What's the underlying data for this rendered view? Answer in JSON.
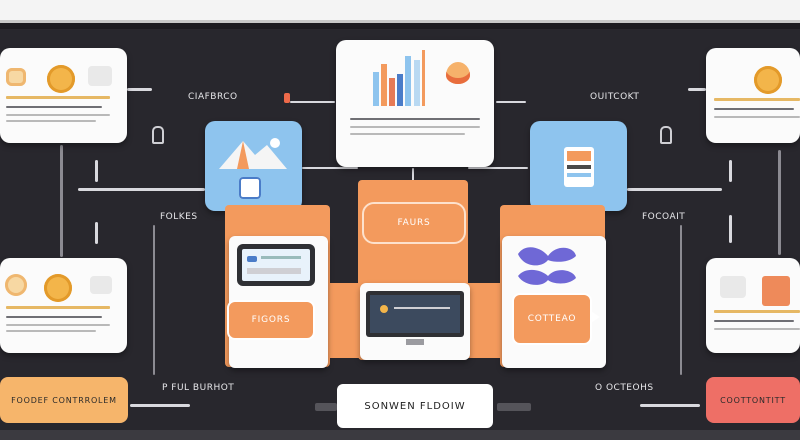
{
  "title": "SONWEN FLDOIW",
  "labels": {
    "top_left": "CIAFBRCO",
    "top_right": "OUITCOKT",
    "mid_left": "FOLKES",
    "mid_right": "FOCOAIT",
    "center_box": "FAURS",
    "left_arrow": "FIGORS",
    "right_arrow": "COTTEAO",
    "bottom_left_box": "FOODEF CONTRROLEM",
    "bottom_left_caption": "P FUL BURHOT",
    "bottom_right_caption": "O OCTEOHS",
    "bottom_right_box": "COOTTONTITT"
  },
  "colors": {
    "background": "#28272d",
    "card": "#fbfbfb",
    "orange": "#f39a5d",
    "blue": "#8ec4ee",
    "gold": "#f3b54a",
    "purple": "#6f68d6",
    "coral": "#ee6f66"
  },
  "icons": [
    "cone-icon",
    "mountain-icon",
    "doc-icon",
    "bars-icon",
    "monitor-icon",
    "tablet-icon",
    "blob-icon",
    "lock-icon",
    "coin-icon",
    "building-icon"
  ]
}
